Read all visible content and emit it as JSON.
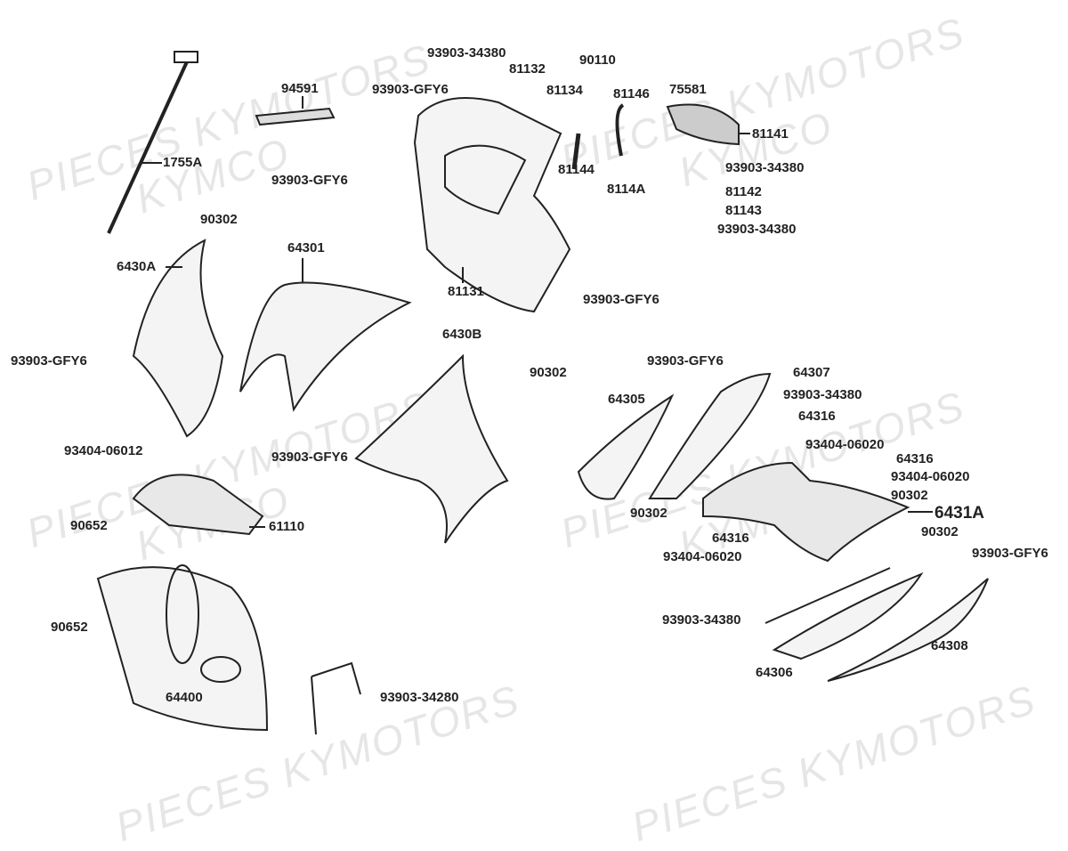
{
  "watermarks": [
    "PIECES KYMOTORS",
    "KYMCO"
  ],
  "labels": [
    "93903-34380",
    "81132",
    "90110",
    "94591",
    "93903-GFY6",
    "81134",
    "81146",
    "75581",
    "81141",
    "1755A",
    "81144",
    "93903-34380",
    "8114A",
    "81142",
    "81143",
    "93903-34380",
    "93903-GFY6",
    "90302",
    "64301",
    "6430A",
    "81131",
    "93903-GFY6",
    "6430B",
    "93903-GFY6",
    "93903-GFY6",
    "90302",
    "64307",
    "64305",
    "93903-34380",
    "64316",
    "93404-06020",
    "64316",
    "93404-06012",
    "93404-06020",
    "93903-GFY6",
    "90302",
    "90302",
    "6431A",
    "90652",
    "61110",
    "64316",
    "90302",
    "93404-06020",
    "93903-GFY6",
    "90652",
    "93903-34380",
    "64306",
    "64308",
    "64400",
    "93903-34280"
  ]
}
